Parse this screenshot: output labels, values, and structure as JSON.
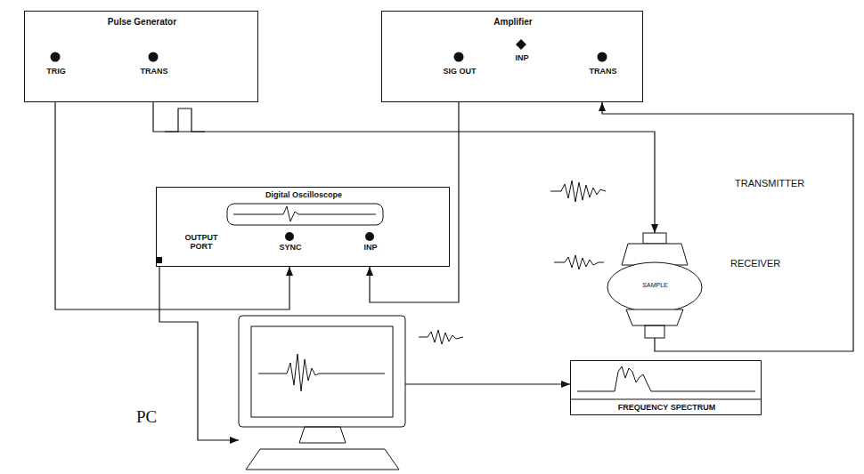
{
  "diagram": {
    "nodes": [
      {
        "text": [
          "Pulse Generator",
          "TRIG",
          "TRANS"
        ]
      },
      {
        "text": [
          "Amplifier",
          "SIG OUT",
          "INP",
          "TRANS"
        ]
      },
      {
        "text": [
          "Digital Oscilloscope",
          "OUTPUT PORT",
          "SYNC",
          "INP"
        ]
      },
      {
        "text": [
          "TRANSMITTER"
        ]
      },
      {
        "text": [
          "SAMPLE"
        ]
      },
      {
        "text": [
          "RECEIVER"
        ]
      },
      {
        "text": [
          "PC"
        ]
      },
      {
        "text": [
          "FREQUENCY SPECTRUM"
        ]
      }
    ],
    "edges": [
      {
        "from": 0,
        "to": 2,
        "arrow": "to"
      },
      {
        "from": 0,
        "to": 3,
        "arrow": "to"
      },
      {
        "from": 1,
        "to": 2,
        "arrow": "to"
      },
      {
        "from": 5,
        "to": 1,
        "arrow": "to"
      },
      {
        "from": 2,
        "to": 6,
        "arrow": "to"
      },
      {
        "from": 6,
        "to": 7,
        "arrow": "to"
      }
    ]
  }
}
